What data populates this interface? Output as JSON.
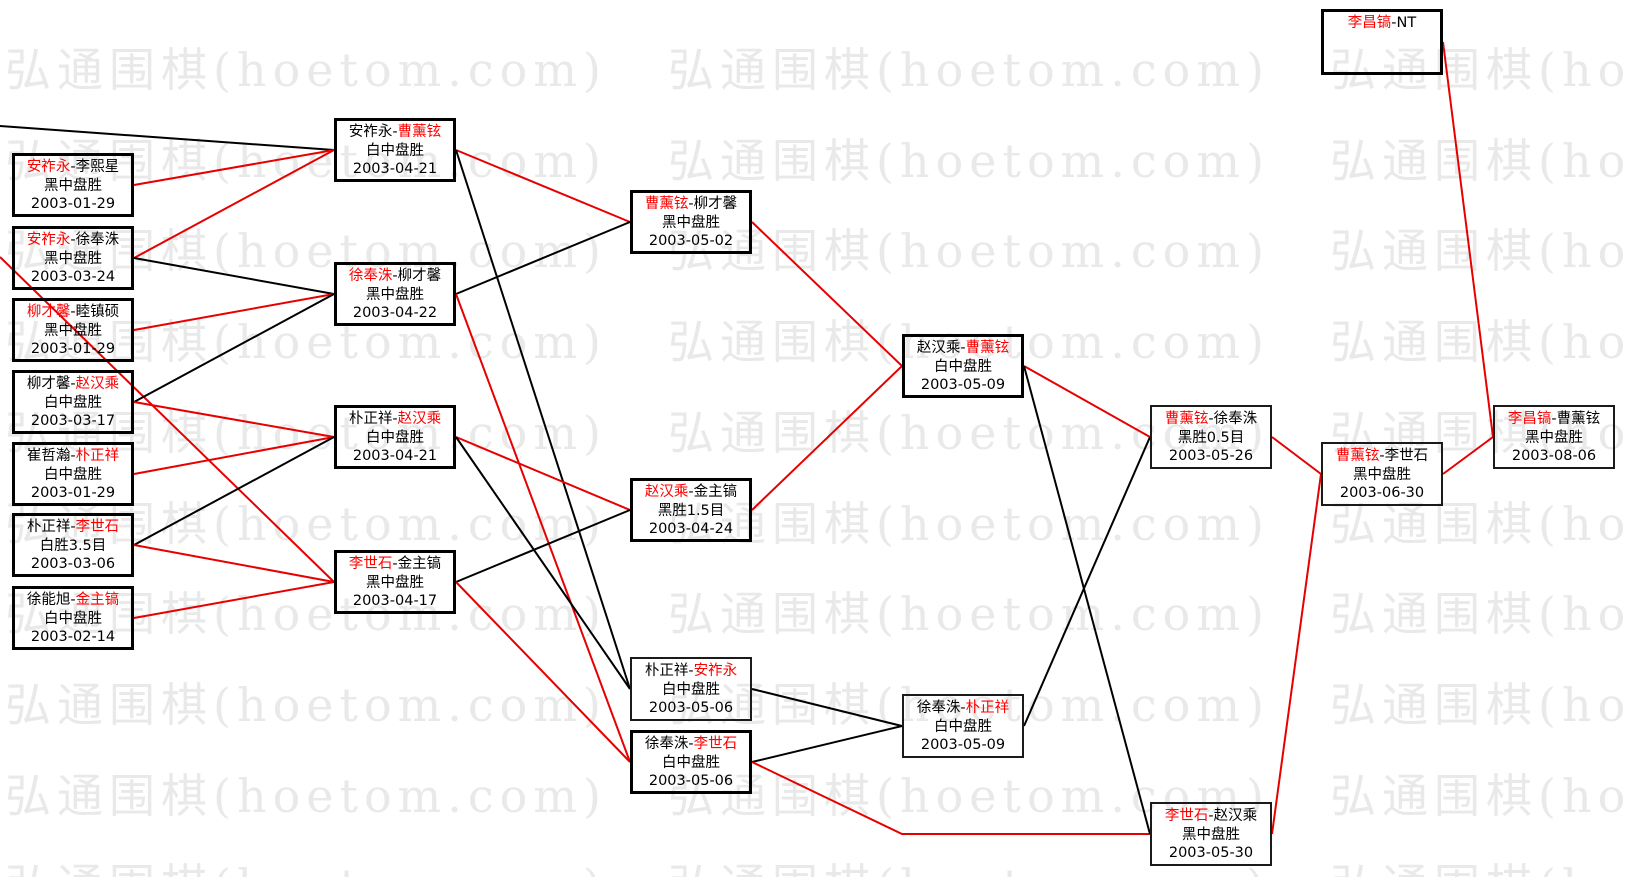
{
  "watermark": "弘通围棋(hoetom.com)",
  "separator": "-",
  "colors": {
    "red": "#e60000",
    "black": "#000000",
    "winner_text": "#ff0000",
    "watermark": "#e9e9e9"
  },
  "games": [
    {
      "p1": "安祚永",
      "p2": "李熙星",
      "winner": 1,
      "result": "黑中盘胜",
      "date": "2003-01-29"
    },
    {
      "p1": "安祚永",
      "p2": "徐奉洙",
      "winner": 1,
      "result": "黑中盘胜",
      "date": "2003-03-24"
    },
    {
      "p1": "柳才馨",
      "p2": "睦镇硕",
      "winner": 1,
      "result": "黑中盘胜",
      "date": "2003-01-29"
    },
    {
      "p1": "柳才馨",
      "p2": "赵汉乘",
      "winner": 2,
      "result": "白中盘胜",
      "date": "2003-03-17"
    },
    {
      "p1": "崔哲瀚",
      "p2": "朴正祥",
      "winner": 2,
      "result": "白中盘胜",
      "date": "2003-01-29"
    },
    {
      "p1": "朴正祥",
      "p2": "李世石",
      "winner": 2,
      "result": "白胜3.5目",
      "date": "2003-03-06"
    },
    {
      "p1": "徐能旭",
      "p2": "金主镐",
      "winner": 2,
      "result": "白中盘胜",
      "date": "2003-02-14"
    },
    {
      "p1": "安祚永",
      "p2": "曹薰铉",
      "winner": 2,
      "result": "白中盘胜",
      "date": "2003-04-21"
    },
    {
      "p1": "徐奉洙",
      "p2": "柳才馨",
      "winner": 1,
      "result": "黑中盘胜",
      "date": "2003-04-22"
    },
    {
      "p1": "朴正祥",
      "p2": "赵汉乘",
      "winner": 2,
      "result": "白中盘胜",
      "date": "2003-04-21"
    },
    {
      "p1": "李世石",
      "p2": "金主镐",
      "winner": 1,
      "result": "黑中盘胜",
      "date": "2003-04-17"
    },
    {
      "p1": "曹薰铉",
      "p2": "柳才馨",
      "winner": 1,
      "result": "黑中盘胜",
      "date": "2003-05-02"
    },
    {
      "p1": "赵汉乘",
      "p2": "金主镐",
      "winner": 1,
      "result": "黑胜1.5目",
      "date": "2003-04-24"
    },
    {
      "p1": "朴正祥",
      "p2": "安祚永",
      "winner": 2,
      "result": "白中盘胜",
      "date": "2003-05-06"
    },
    {
      "p1": "徐奉洙",
      "p2": "李世石",
      "winner": 2,
      "result": "白中盘胜",
      "date": "2003-05-06"
    },
    {
      "p1": "赵汉乘",
      "p2": "曹薰铉",
      "winner": 2,
      "result": "白中盘胜",
      "date": "2003-05-09"
    },
    {
      "p1": "徐奉洙",
      "p2": "朴正祥",
      "winner": 2,
      "result": "白中盘胜",
      "date": "2003-05-09"
    },
    {
      "p1": "曹薰铉",
      "p2": "徐奉洙",
      "winner": 1,
      "result": "黑胜0.5目",
      "date": "2003-05-26"
    },
    {
      "p1": "李世石",
      "p2": "赵汉乘",
      "winner": 1,
      "result": "黑中盘胜",
      "date": "2003-05-30"
    },
    {
      "p1": "曹薰铉",
      "p2": "李世石",
      "winner": 1,
      "result": "黑中盘胜",
      "date": "2003-06-30"
    },
    {
      "p1": "李昌镐",
      "p2": "NT",
      "winner": 1
    },
    {
      "p1": "李昌镐",
      "p2": "曹薰铉",
      "winner": 1,
      "result": "黑中盘胜",
      "date": "2003-08-06"
    }
  ],
  "connections": [
    {
      "from": -1,
      "to": 7,
      "color": "black"
    },
    {
      "from": -1,
      "to": 10,
      "color": "red"
    },
    {
      "from": 0,
      "to": 7,
      "color": "red"
    },
    {
      "from": 1,
      "to": 7,
      "color": "red"
    },
    {
      "from": 1,
      "to": 8,
      "color": "black"
    },
    {
      "from": 2,
      "to": 8,
      "color": "red"
    },
    {
      "from": 3,
      "to": 8,
      "color": "black"
    },
    {
      "from": 3,
      "to": 9,
      "color": "red"
    },
    {
      "from": 4,
      "to": 9,
      "color": "red"
    },
    {
      "from": 5,
      "to": 9,
      "color": "black"
    },
    {
      "from": 5,
      "to": 10,
      "color": "red"
    },
    {
      "from": 6,
      "to": 10,
      "color": "red"
    },
    {
      "from": 7,
      "to": 11,
      "color": "red"
    },
    {
      "from": 7,
      "to": 13,
      "color": "black"
    },
    {
      "from": 8,
      "to": 11,
      "color": "black"
    },
    {
      "from": 8,
      "to": 14,
      "color": "red"
    },
    {
      "from": 9,
      "to": 12,
      "color": "red"
    },
    {
      "from": 9,
      "to": 13,
      "color": "black"
    },
    {
      "from": 10,
      "to": 12,
      "color": "black"
    },
    {
      "from": 10,
      "to": 14,
      "color": "red"
    },
    {
      "from": 11,
      "to": 15,
      "color": "red"
    },
    {
      "from": 12,
      "to": 15,
      "color": "red"
    },
    {
      "from": 13,
      "to": 16,
      "color": "black"
    },
    {
      "from": 14,
      "to": 16,
      "color": "black"
    },
    {
      "from": 14,
      "to": 18,
      "color": "red"
    },
    {
      "from": 15,
      "to": 17,
      "color": "red"
    },
    {
      "from": 15,
      "to": 18,
      "color": "black"
    },
    {
      "from": 16,
      "to": 17,
      "color": "black"
    },
    {
      "from": 17,
      "to": 19,
      "color": "red"
    },
    {
      "from": 18,
      "to": 19,
      "color": "red"
    },
    {
      "from": 19,
      "to": 21,
      "color": "red"
    },
    {
      "from": 20,
      "to": 21,
      "color": "red"
    }
  ]
}
